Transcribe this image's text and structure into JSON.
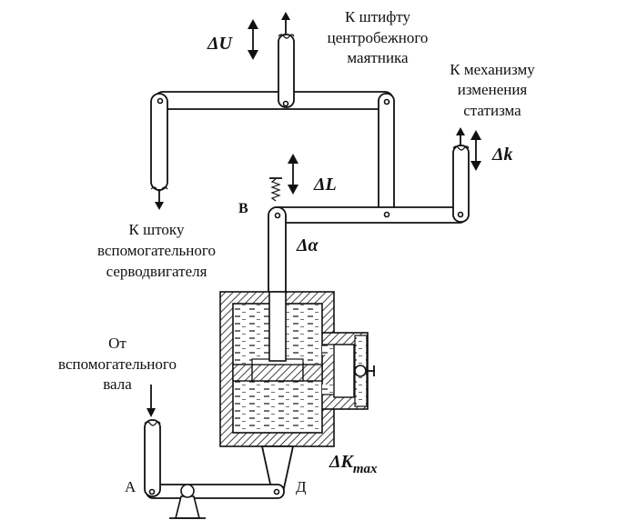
{
  "labels": {
    "top_line1": "К    штифту",
    "top_line2": "центробежного",
    "top_line3": "маятника",
    "right_line1": "К механизму",
    "right_line2": "изменения",
    "right_line3": "статизма",
    "left_line1": "К штоку",
    "left_line2": "вспомогательного",
    "left_line3": "серводвигателя",
    "bottom_line1": "От",
    "bottom_line2": "вспомогательного",
    "bottom_line3": "вала"
  },
  "symbols": {
    "delta_u": "ΔU",
    "delta_k": "Δk",
    "delta_l": "ΔL",
    "delta_alpha": "Δα",
    "delta_kmax_main": "ΔK",
    "delta_kmax_sub": "max"
  },
  "points": {
    "v": "В",
    "a": "А",
    "d": "Д"
  }
}
